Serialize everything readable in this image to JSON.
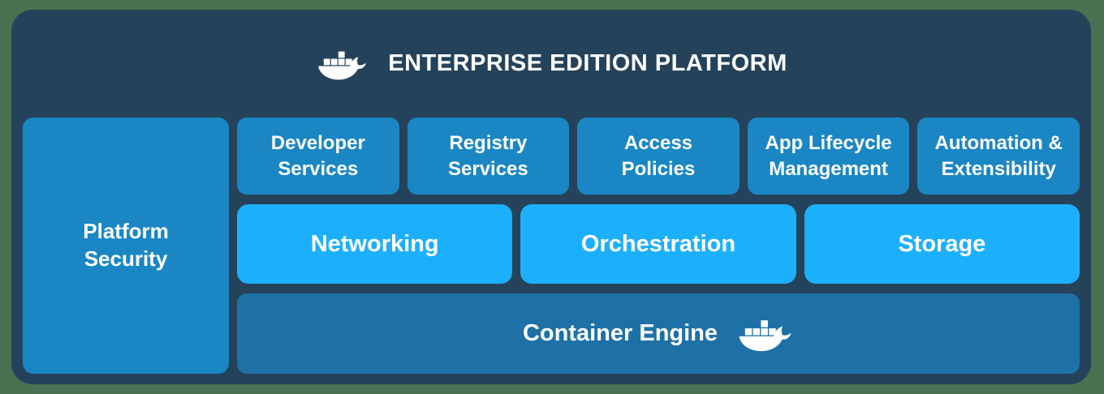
{
  "header": {
    "title": "ENTERPRISE EDITION PLATFORM",
    "logo_icon": "docker-whale-icon"
  },
  "security": {
    "label": "Platform\nSecurity"
  },
  "services_row": [
    {
      "label": "Developer\nServices"
    },
    {
      "label": "Registry\nServices"
    },
    {
      "label": "Access\nPolicies"
    },
    {
      "label": "App Lifecycle\nManagement"
    },
    {
      "label": "Automation &\nExtensibility"
    }
  ],
  "core_row": [
    {
      "label": "Networking"
    },
    {
      "label": "Orchestration"
    },
    {
      "label": "Storage"
    }
  ],
  "engine": {
    "label": "Container Engine",
    "logo_icon": "docker-whale-icon"
  },
  "colors": {
    "canvas_background": "#4A7152",
    "panel_background": "#24435A",
    "service_blue": "#1A87C4",
    "core_blue": "#1CB0FC",
    "engine_blue": "#1D71A6",
    "text": "#FFFFFF"
  }
}
